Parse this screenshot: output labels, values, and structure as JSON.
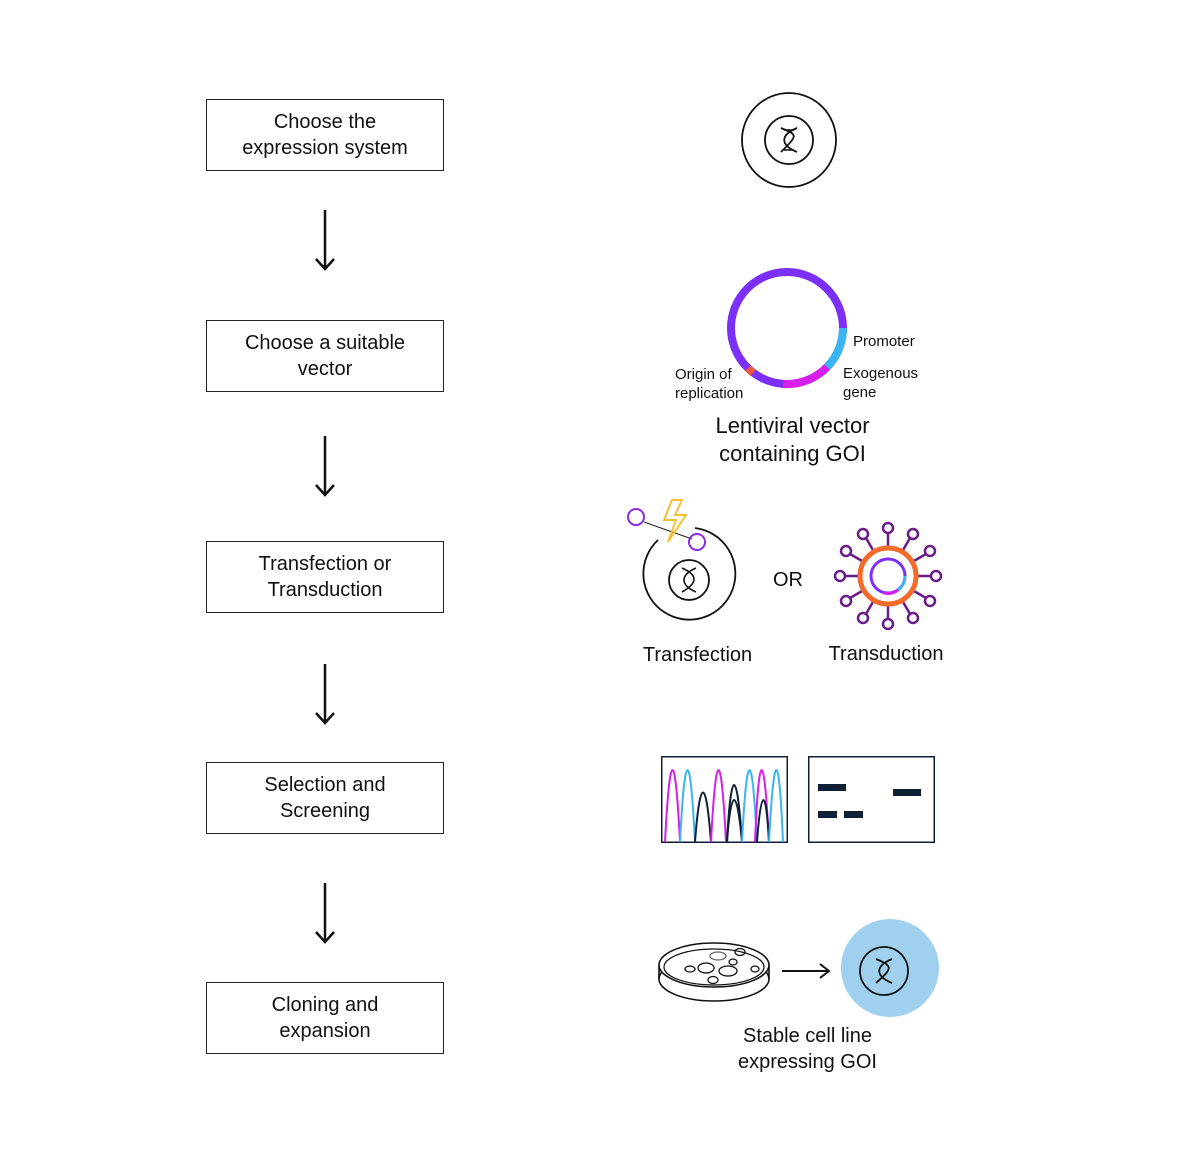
{
  "steps": [
    {
      "label": "Choose the expression system"
    },
    {
      "label": "Choose a suitable vector"
    },
    {
      "label": "Transfection or Transduction"
    },
    {
      "label": "Selection and Screening"
    },
    {
      "label": "Cloning and expansion"
    }
  ],
  "vector": {
    "title_line1": "Lentiviral vector",
    "title_line2": "containing GOI",
    "labels": {
      "promoter": "Promoter",
      "gene_line1": "Exogenous",
      "gene_line2": "gene",
      "origin_line1": "Origin of",
      "origin_line2": "replication"
    }
  },
  "delivery": {
    "transfection": "Transfection",
    "or": "OR",
    "transduction": "Transduction"
  },
  "stable": {
    "line1": "Stable cell line",
    "line2": "expressing GOI"
  },
  "colors": {
    "vector_main": "#7b2ff7",
    "promoter": "#3ab4f2",
    "gene": "#d61fe8",
    "origin": "#f05a3c",
    "virus_envelope": "#f26b2a",
    "virus_spike": "#6a1b8a",
    "bolt": "#f2c037",
    "cell_fill": "#9fd1ee",
    "band": "#0f1f35"
  }
}
